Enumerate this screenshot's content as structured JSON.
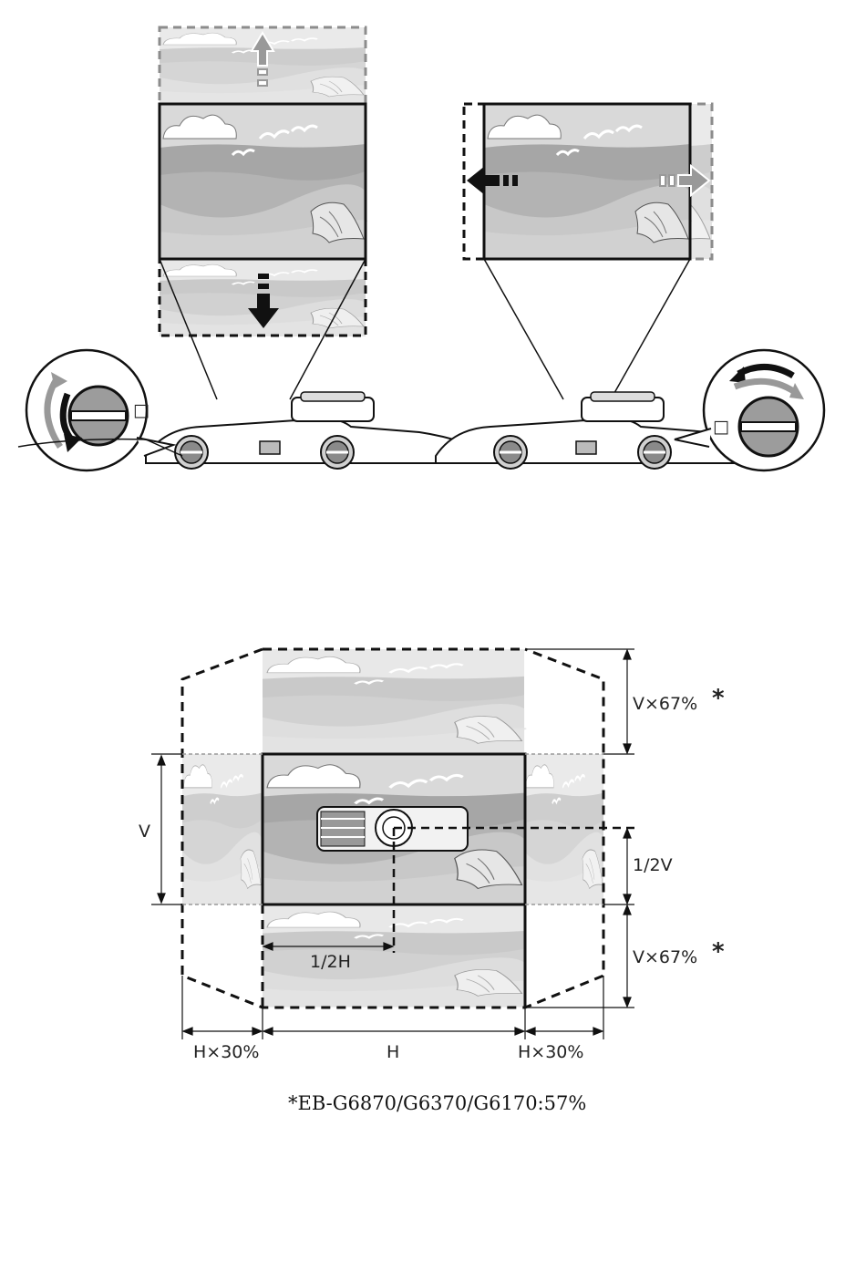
{
  "top_left": {
    "title": "",
    "dial_icon": "vertical-shift-dial-icon"
  },
  "top_right": {
    "title": "",
    "dial_icon": "horizontal-shift-dial-icon"
  },
  "range": {
    "label_v": "V",
    "label_v67_top": "V×67%",
    "label_v67_bottom": "V×67%",
    "label_half_v": "1/2V",
    "label_half_h": "1/2H",
    "label_h": "H",
    "label_h30_left": "H×30%",
    "label_h30_right": "H×30%",
    "asterisk": "*"
  },
  "footnote": "*EB-G6870/G6370/G6170:57%",
  "colors": {
    "sky": "#d9d9d9",
    "sea": "#a8a8a8",
    "beach": "#c4c4c4",
    "frame": "#111111",
    "ghost": "#8c8c8c"
  }
}
